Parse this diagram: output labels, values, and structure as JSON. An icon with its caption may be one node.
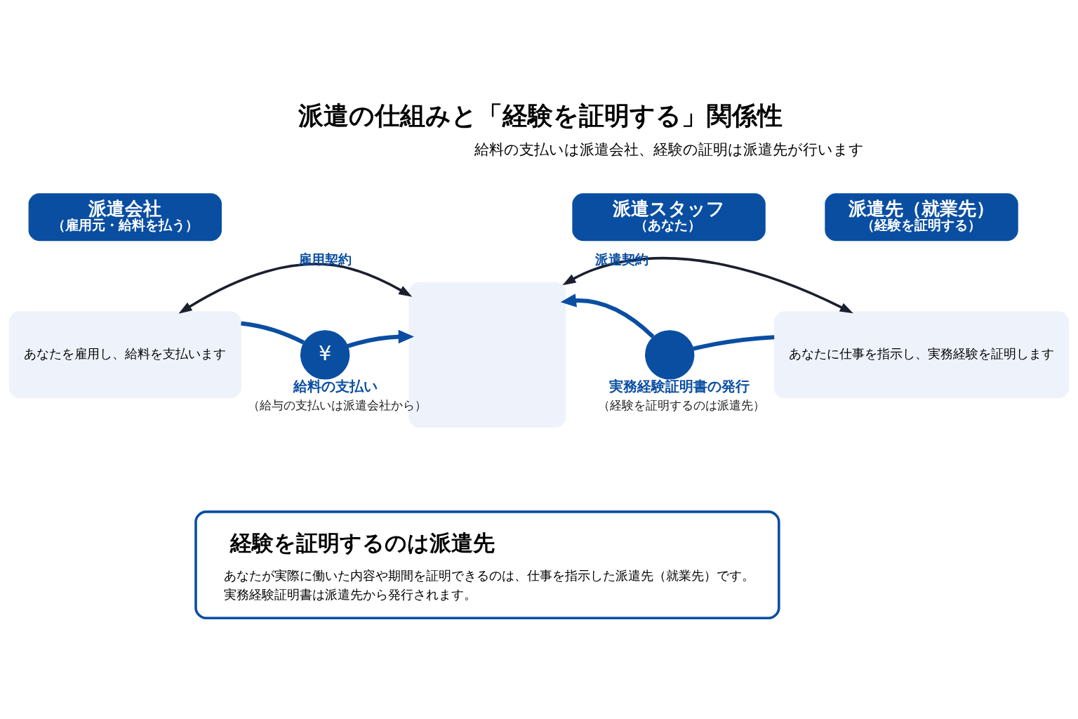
{
  "diagram": {
    "title": "派遣の仕組みと「経験を証明する」関係性",
    "nodes": [
      {
        "text": [
          "派遣会社",
          "（雇用元・給料を払う）"
        ]
      },
      {
        "text": [
          "派遣スタッフ",
          "（あなた）"
        ]
      },
      {
        "text": [
          "派遣先（就業先）",
          "（経験を証明する）"
        ]
      },
      {
        "text": [
          "あなたを雇用し、給料を支払います"
        ]
      },
      {
        "text": [],
        "shape": "person"
      },
      {
        "text": [
          "あなたに仕事を指示し、実務経験を証明します"
        ]
      },
      {
        "text": [
          "¥"
        ],
        "beside": [
          "給料の支払い",
          "（給与の支払いは派遣会社から）"
        ]
      },
      {
        "text": [],
        "shape": "circle",
        "beside": [
          "実務経験証明書の発行",
          "（経験を証明するのは派遣先）"
        ]
      },
      {
        "text": [
          "経験を証明するのは派遣先",
          "あなたが実際に働いた内容や期間を証明できるのは、仕事を指示した派遣先（就業先）です。",
          "実務経験証明書は派遣先から発行されます。"
        ]
      }
    ],
    "edges": [
      {
        "from": 3,
        "to": 4,
        "arrow": "both",
        "label": "雇用契約",
        "color": "#1b1f2e"
      },
      {
        "from": 4,
        "to": 5,
        "arrow": "both",
        "label": "派遣契約",
        "color": "#1b1f2e"
      },
      {
        "from": 3,
        "to": 6,
        "arrow": "none"
      },
      {
        "from": 6,
        "to": 4,
        "arrow": "to"
      },
      {
        "from": 5,
        "to": 7,
        "arrow": "none"
      },
      {
        "from": 7,
        "to": 4,
        "arrow": "to"
      }
    ],
    "labels": [
      "給料の支払いは派遣会社、経験の証明は派遣先が行います"
    ]
  }
}
